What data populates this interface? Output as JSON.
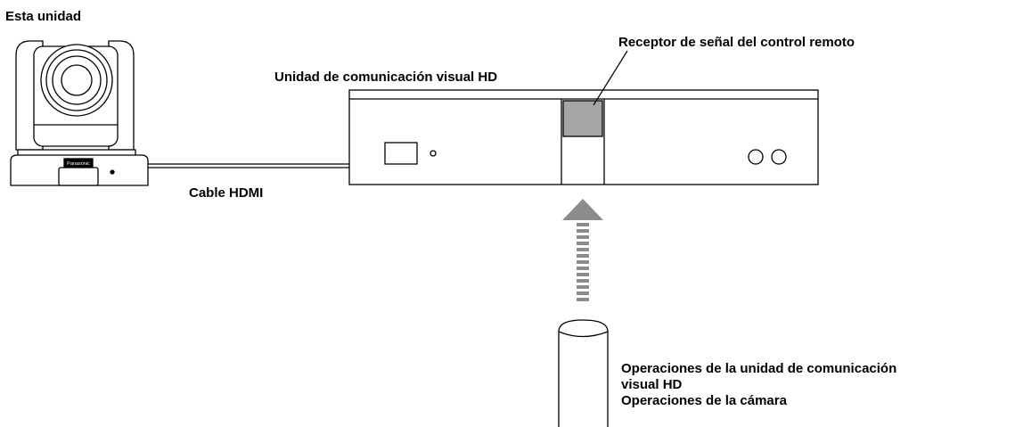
{
  "labels": {
    "camera": "Esta unidad",
    "hd_unit": "Unidad de comunicación visual HD",
    "receiver": "Receptor de señal del control remoto",
    "cable": "Cable HDMI"
  },
  "operations": {
    "line1": "Operaciones de la unidad de comunicación",
    "line2": "visual HD",
    "line3": "Operaciones de la cámara"
  },
  "camera_brand": "Panasonic",
  "colors": {
    "line": "#000000",
    "receiver_fill": "#a6a6a6",
    "arrow": "#8c8c8c"
  }
}
